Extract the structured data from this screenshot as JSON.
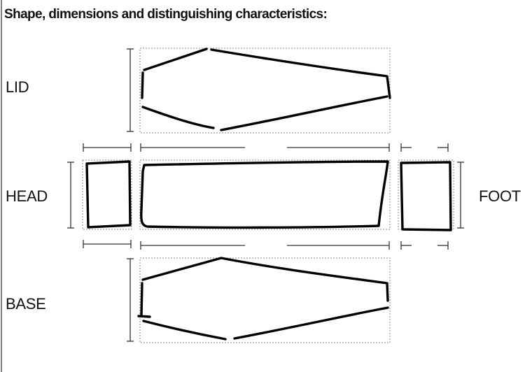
{
  "header": {
    "title": "Shape, dimensions and distinguishing characteristics:"
  },
  "views": {
    "lid": "LID",
    "head": "HEAD",
    "foot": "FOOT",
    "base": "BASE"
  }
}
